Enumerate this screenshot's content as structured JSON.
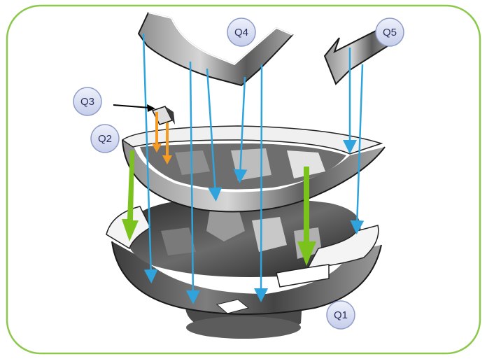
{
  "labels": {
    "q1": "Q1",
    "q2": "Q2",
    "q3": "Q3",
    "q4": "Q4",
    "q5": "Q5"
  },
  "colors": {
    "frame_border": "#8cc84b",
    "badge_fill": "#d4dbf0",
    "badge_stroke": "#8f9cc8",
    "arrow_blue": "#2fa3dc",
    "arrow_green": "#7cc21c",
    "arrow_orange": "#f59a23",
    "pointer_black": "#000000"
  }
}
